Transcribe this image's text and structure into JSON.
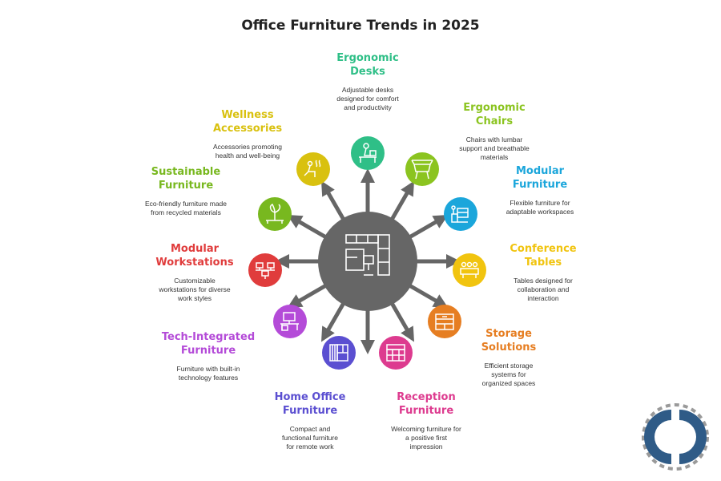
{
  "title": "Office Furniture Trends in 2025",
  "center_icon": "office-layout-icon",
  "items": [
    {
      "id": "ergonomic-desks",
      "title_lines": [
        "Ergonomic",
        "Desks"
      ],
      "desc_lines": [
        "Adjustable desks",
        "designed for comfort",
        "and productivity"
      ],
      "color": "#2fbf87",
      "icon": "desk-person-icon"
    },
    {
      "id": "ergonomic-chairs",
      "title_lines": [
        "Ergonomic",
        "Chairs"
      ],
      "desc_lines": [
        "Chairs with lumbar",
        "support and breathable",
        "materials"
      ],
      "color": "#8bc420",
      "icon": "chair-icon"
    },
    {
      "id": "modular-furniture",
      "title_lines": [
        "Modular",
        "Furniture"
      ],
      "desc_lines": [
        "Flexible furniture for",
        "adaptable workspaces"
      ],
      "color": "#1ba6db",
      "icon": "modular-furniture-icon"
    },
    {
      "id": "conference-tables",
      "title_lines": [
        "Conference",
        "Tables"
      ],
      "desc_lines": [
        "Tables designed for",
        "collaboration and",
        "interaction"
      ],
      "color": "#f1c40f",
      "icon": "conference-table-icon"
    },
    {
      "id": "storage-solutions",
      "title_lines": [
        "Storage",
        "Solutions"
      ],
      "desc_lines": [
        "Efficient storage",
        "systems for",
        "organized spaces"
      ],
      "color": "#e67e22",
      "icon": "cabinet-icon"
    },
    {
      "id": "reception-furniture",
      "title_lines": [
        "Reception",
        "Furniture"
      ],
      "desc_lines": [
        "Welcoming furniture for",
        "a positive first",
        "impression"
      ],
      "color": "#dd3b8f",
      "icon": "reception-desk-icon"
    },
    {
      "id": "home-office-furniture",
      "title_lines": [
        "Home Office",
        "Furniture"
      ],
      "desc_lines": [
        "Compact and",
        "functional furniture",
        "for remote work"
      ],
      "color": "#5b4fd1",
      "icon": "bookshelf-icon"
    },
    {
      "id": "tech-integrated-furniture",
      "title_lines": [
        "Tech-Integrated",
        "Furniture"
      ],
      "desc_lines": [
        "Furniture with built-in",
        "technology features"
      ],
      "color": "#b44bd8",
      "icon": "computer-desk-icon"
    },
    {
      "id": "modular-workstations",
      "title_lines": [
        "Modular",
        "Workstations"
      ],
      "desc_lines": [
        "Customizable",
        "workstations for diverse",
        "work styles"
      ],
      "color": "#e03c3c",
      "icon": "workstations-icon"
    },
    {
      "id": "sustainable-furniture",
      "title_lines": [
        "Sustainable",
        "Furniture"
      ],
      "desc_lines": [
        "Eco-friendly furniture made",
        "from recycled materials"
      ],
      "color": "#78b81f",
      "icon": "eco-furniture-icon"
    },
    {
      "id": "wellness-accessories",
      "title_lines": [
        "Wellness",
        "Accessories"
      ],
      "desc_lines": [
        "Accessories promoting",
        "health and well-being"
      ],
      "color": "#d9c10f",
      "icon": "wellness-icon"
    }
  ]
}
